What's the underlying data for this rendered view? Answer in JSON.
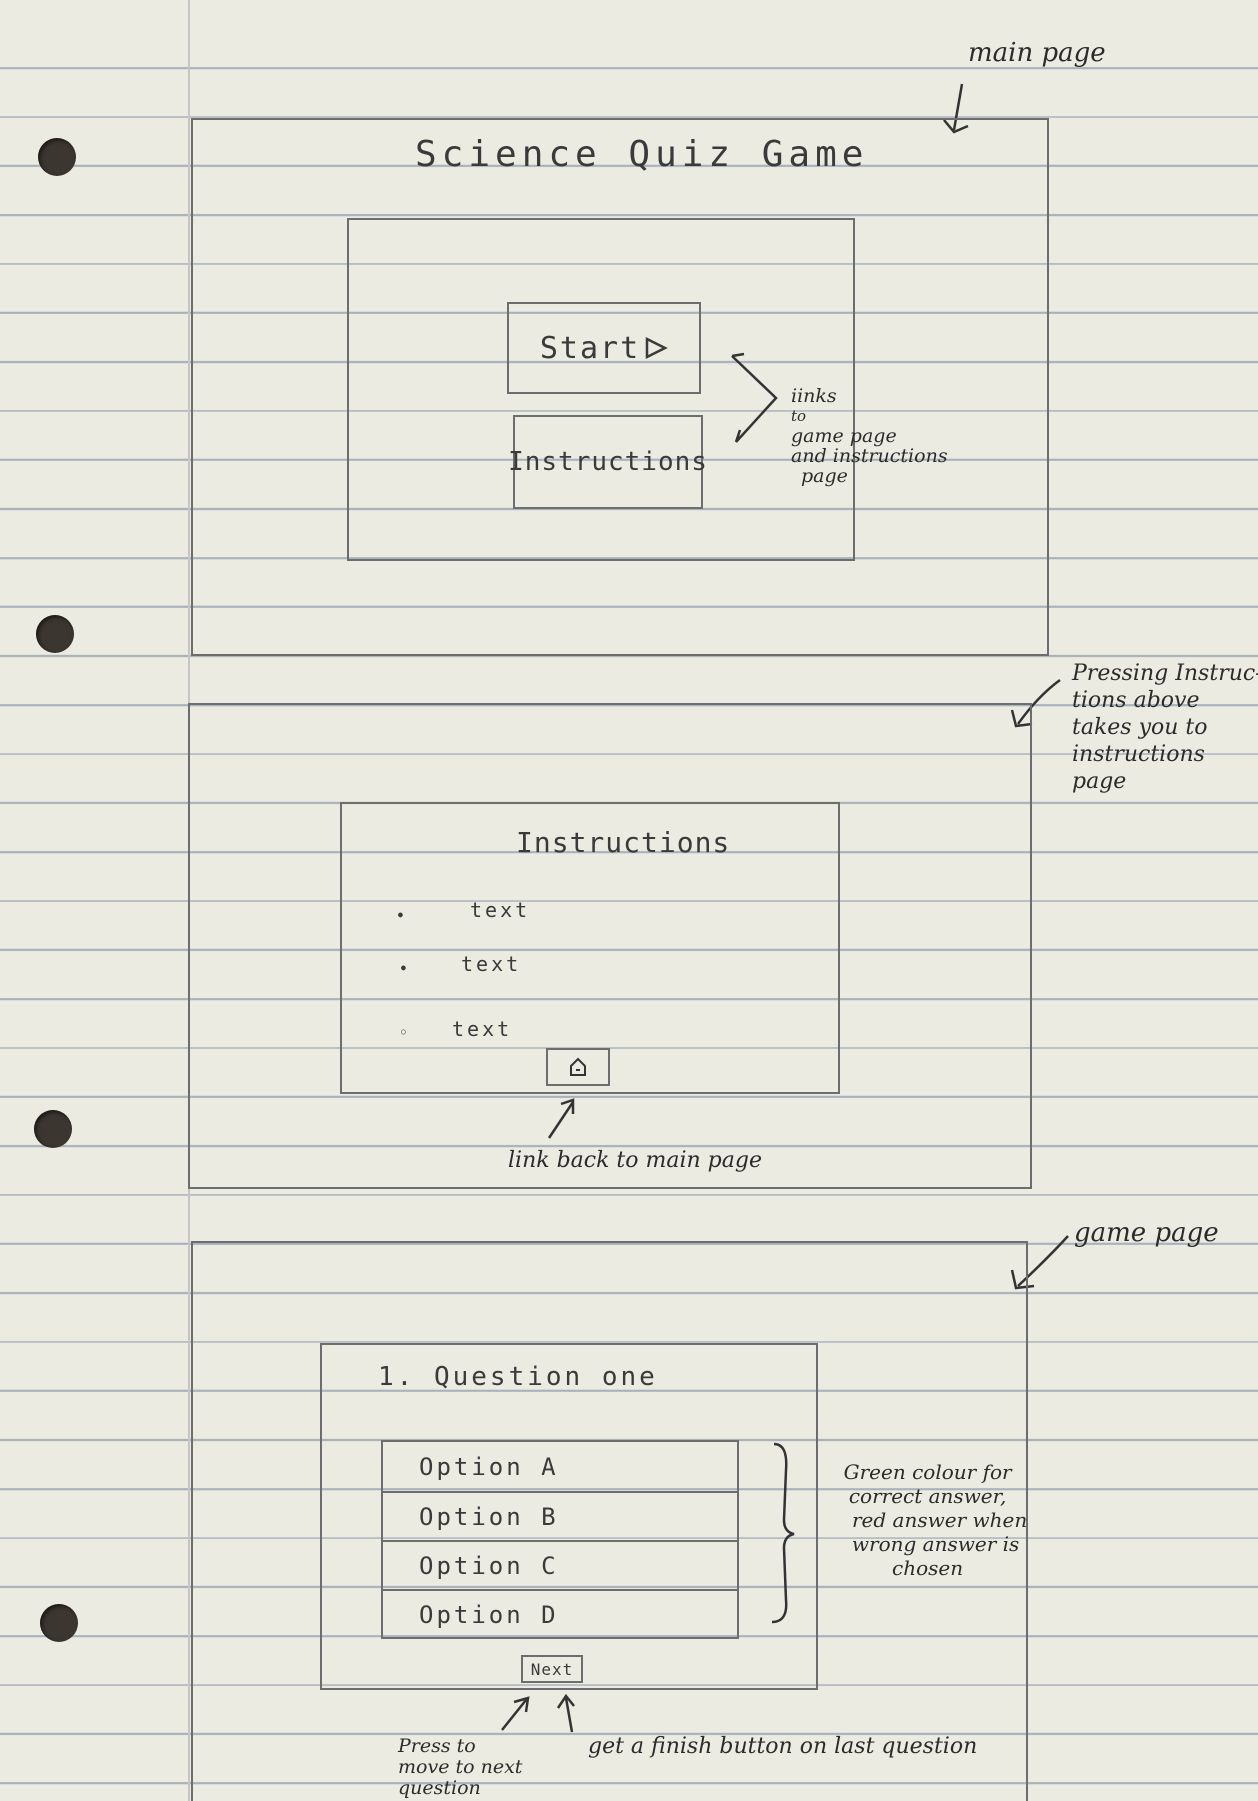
{
  "main_page": {
    "annotation": "main page",
    "title": "Science Quiz Game",
    "start_label": "Start",
    "instructions_label": "Instructions",
    "links_note": [
      "iinks",
      "to",
      "game page",
      "and instructions",
      "page"
    ]
  },
  "instructions_page": {
    "annotation": [
      "Pressing Instruc-",
      "tions above",
      "takes you to",
      "instructions",
      "page"
    ],
    "title": "Instructions",
    "items": [
      "text",
      "text",
      "text"
    ],
    "home_note": "link back to main page"
  },
  "game_page": {
    "annotation": "game page",
    "question": "1. Question one",
    "options": [
      "Option A",
      "Option B",
      "Option C",
      "Option D"
    ],
    "colour_note": [
      "Green colour for",
      "correct answer,",
      "red answer when",
      "wrong answer is",
      "chosen"
    ],
    "next_label": "Next",
    "next_note": [
      "Press to",
      "move to next",
      "question"
    ],
    "finish_note": "get a finish button on last question"
  }
}
